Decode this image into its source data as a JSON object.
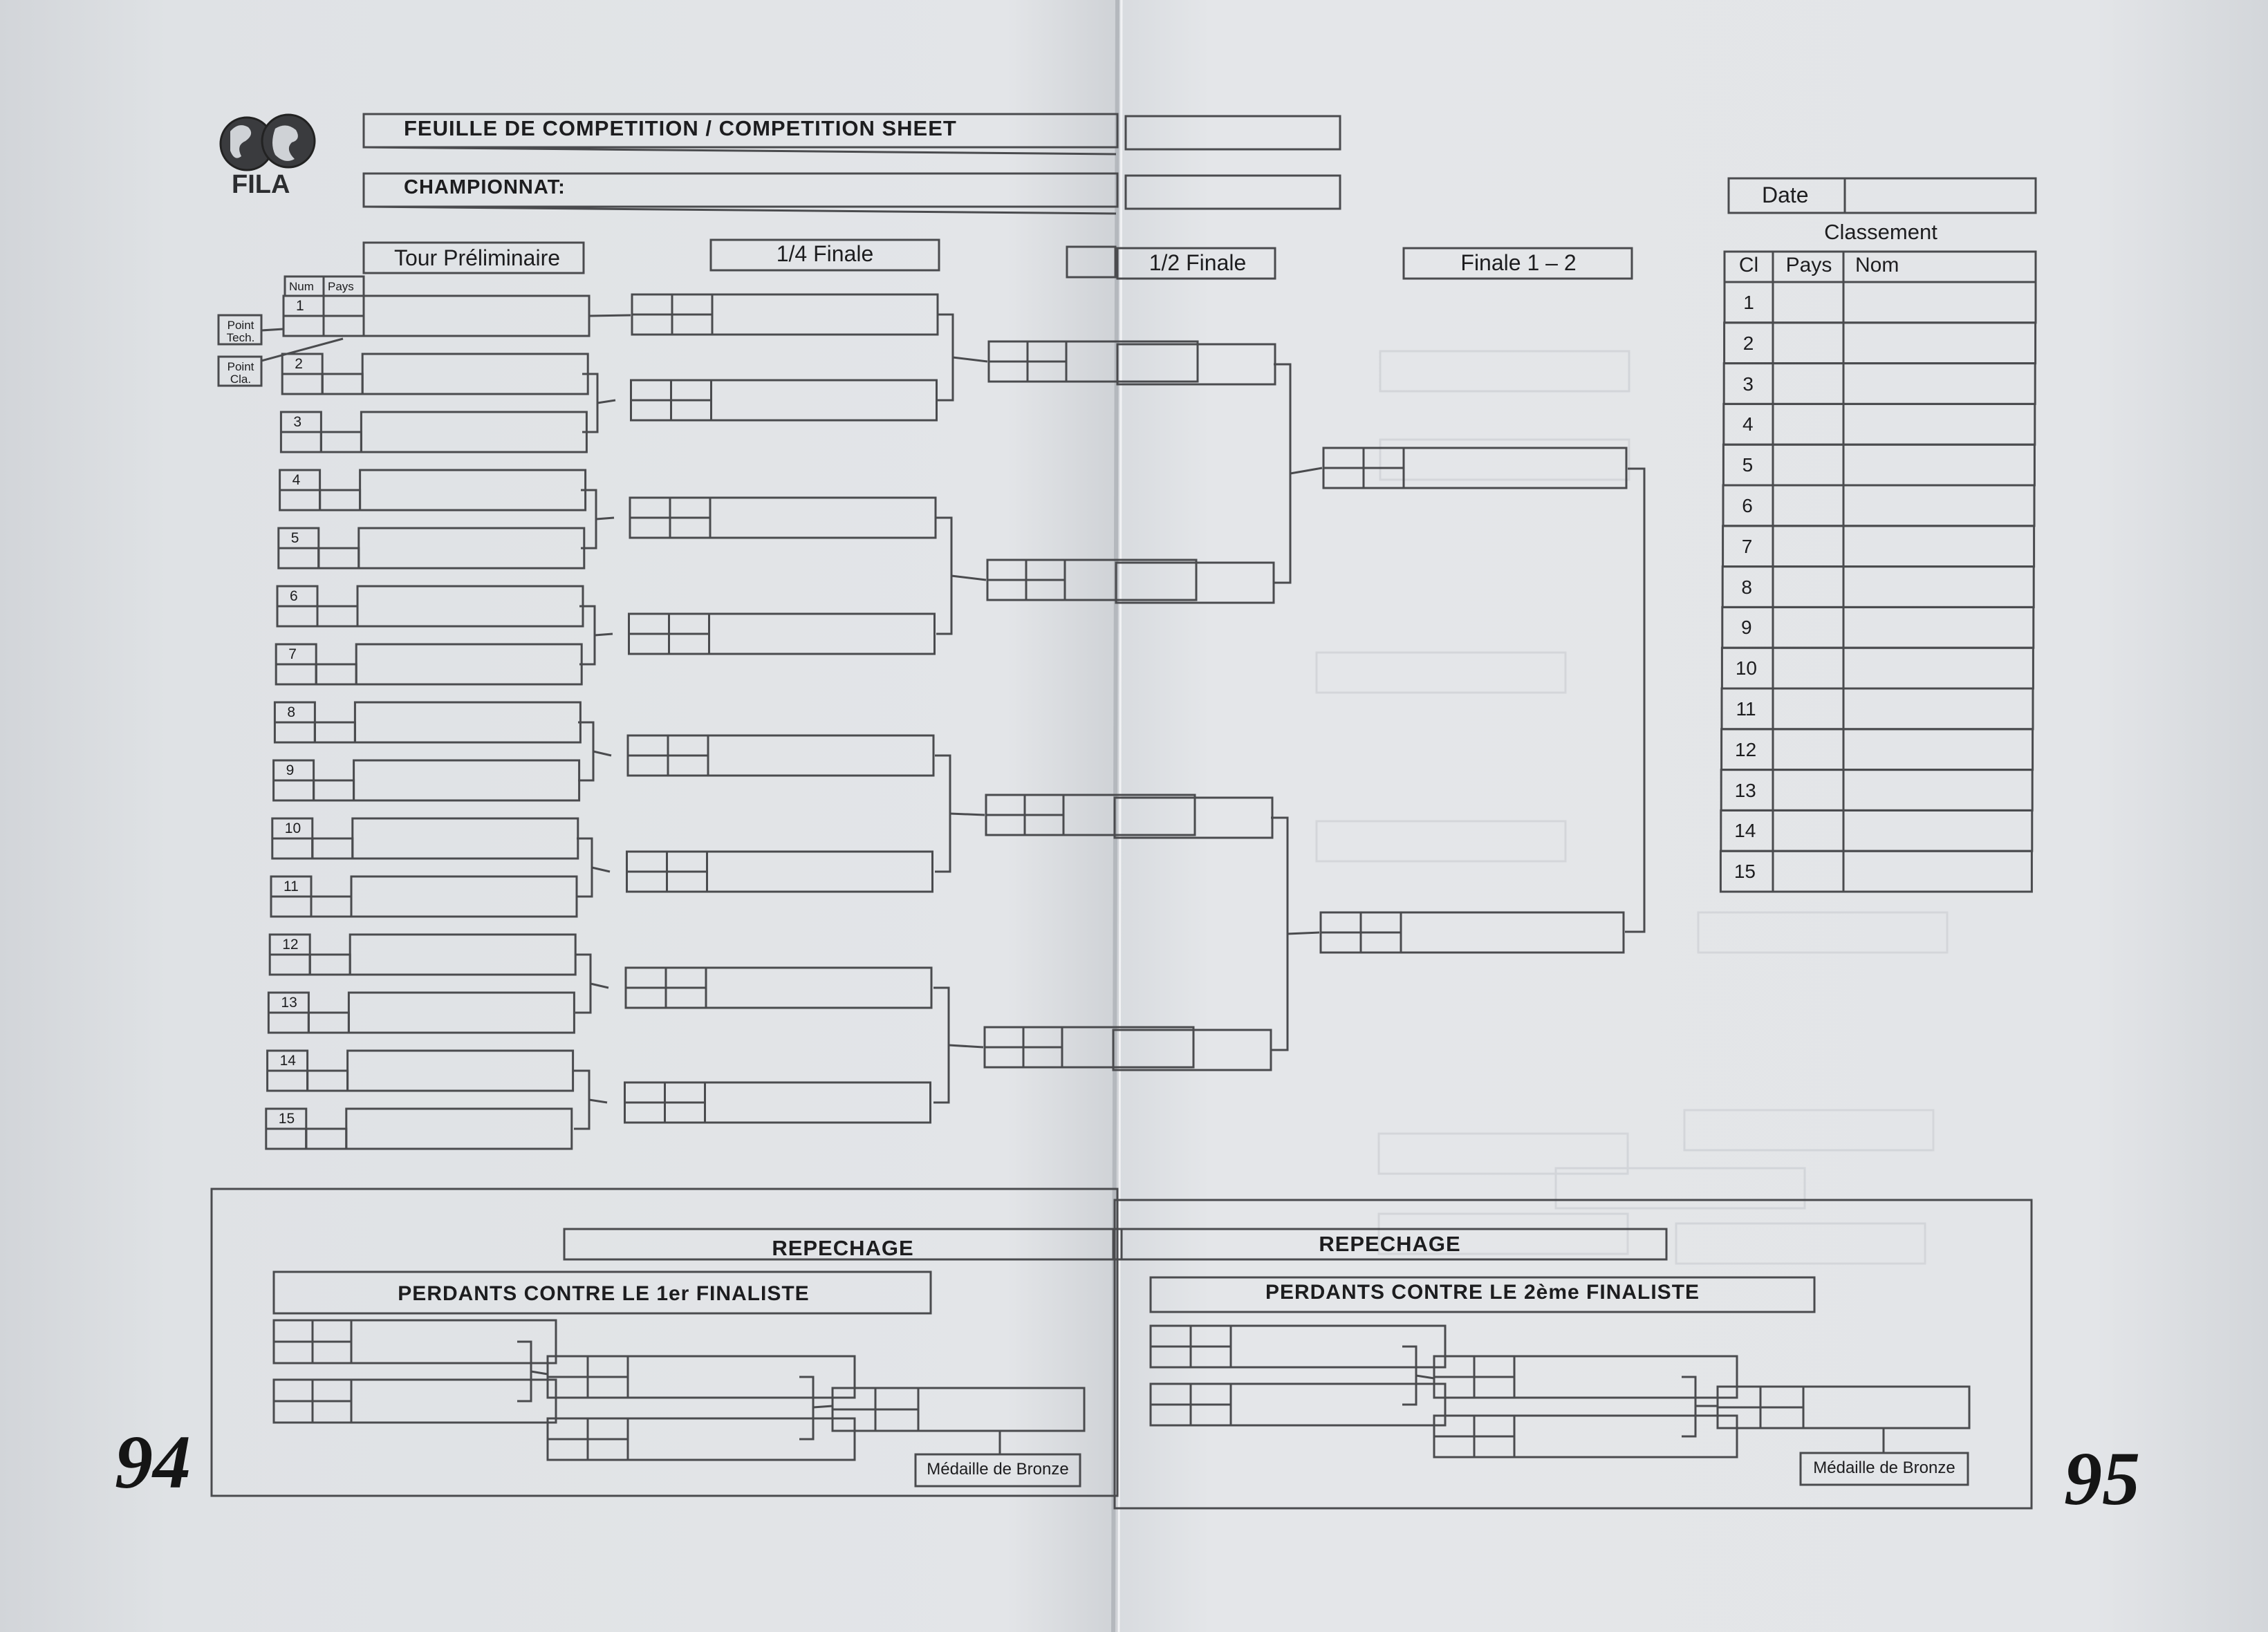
{
  "header": {
    "sheet_title": "FEUILLE DE COMPETITION / COMPETITION SHEET",
    "championship_label": "CHAMPIONNAT:",
    "date_label": "Date",
    "logo_text": "FILA"
  },
  "rounds": {
    "preliminary": "Tour Préliminaire",
    "quarter": "1/4 Finale",
    "semi": "1/2 Finale",
    "final": "Finale 1 – 2"
  },
  "seed_header": {
    "num": "Num",
    "country": "Pays"
  },
  "point_labels": {
    "tech": [
      "Point",
      "Tech."
    ],
    "cla": [
      "Point",
      "Cla."
    ]
  },
  "seeds": [
    "1",
    "2",
    "3",
    "4",
    "5",
    "6",
    "7",
    "8",
    "9",
    "10",
    "11",
    "12",
    "13",
    "14",
    "15"
  ],
  "ranking": {
    "title": "Classement",
    "headers": [
      "Cl",
      "Pays",
      "Nom"
    ],
    "ranks": [
      "1",
      "2",
      "3",
      "4",
      "5",
      "6",
      "7",
      "8",
      "9",
      "10",
      "11",
      "12",
      "13",
      "14",
      "15"
    ]
  },
  "repechage": {
    "title_left": "REPECHAGE",
    "title_right": "REPECHAGE",
    "left_subtitle": "PERDANTS CONTRE LE 1er FINALISTE",
    "right_subtitle": "PERDANTS CONTRE LE 2ème FINALISTE",
    "bronze_left": "Médaille de Bronze",
    "bronze_right": "Médaille de Bronze"
  },
  "page_numbers": {
    "left": "94",
    "right": "95"
  }
}
